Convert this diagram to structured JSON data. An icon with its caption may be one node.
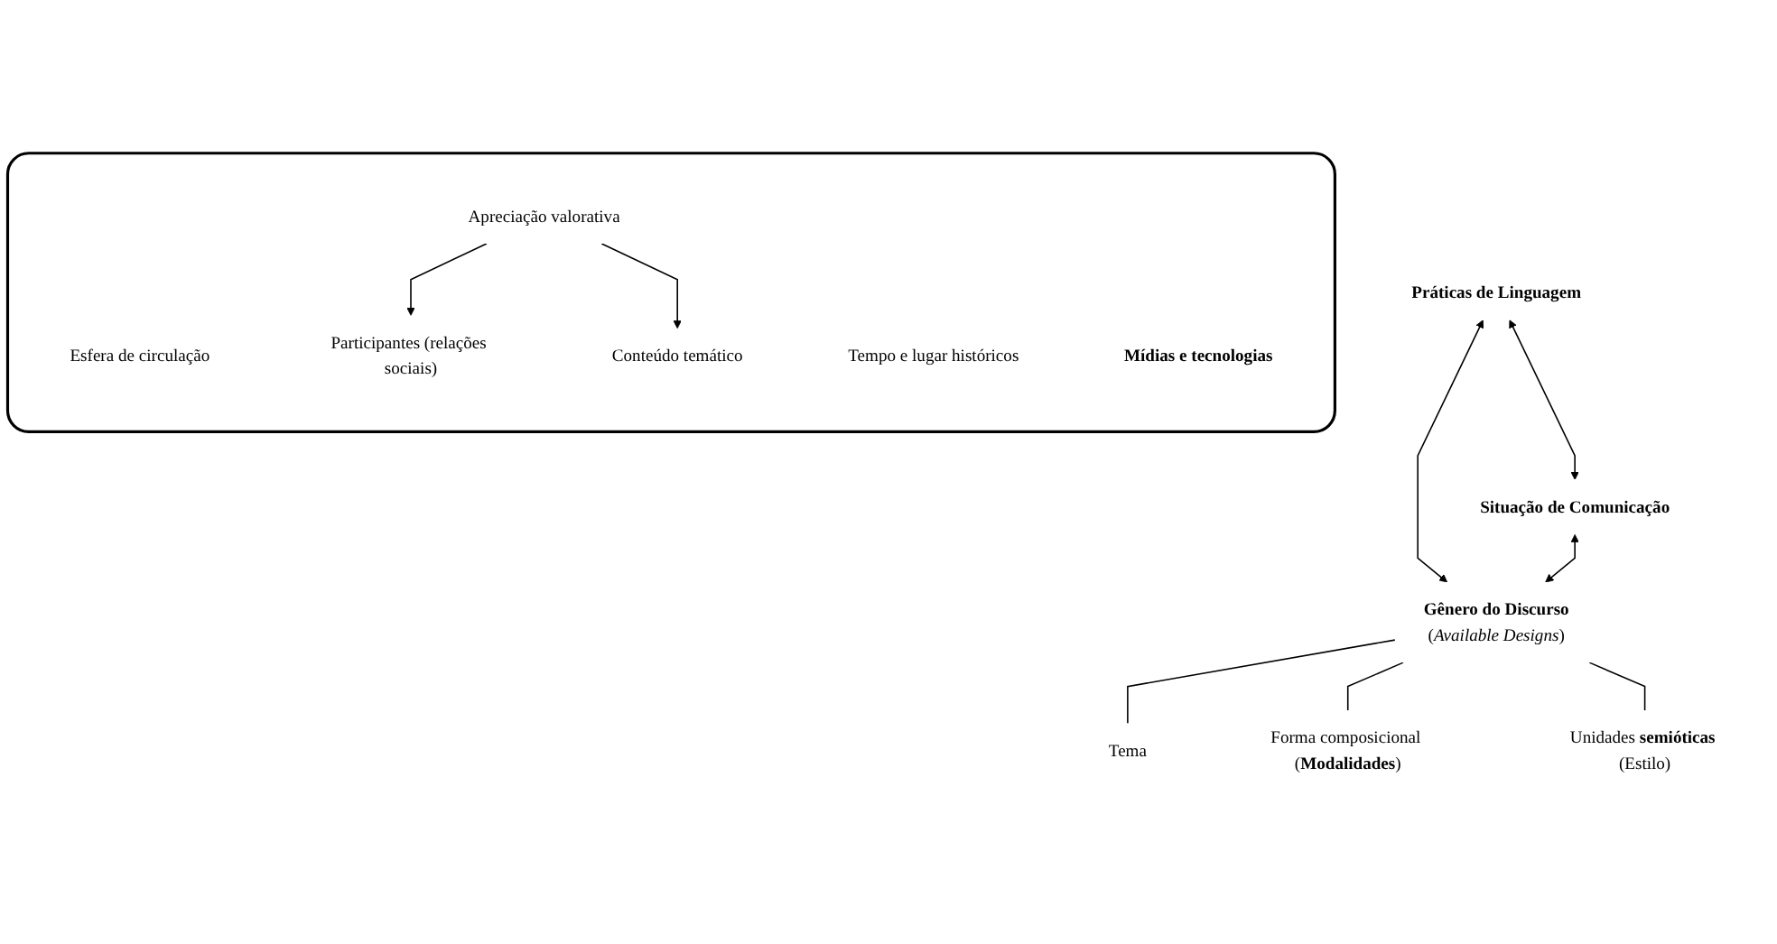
{
  "diagram": {
    "nodes": [
      {
        "text": [
          "Práticas de Linguagem"
        ]
      },
      {
        "text": [
          "Situação de Comunicação"
        ]
      },
      {
        "text": [],
        "shape": "box"
      },
      {
        "text": [
          "Esfera de circulação"
        ],
        "in": 2
      },
      {
        "text": [
          "Tempo e lugar históricos"
        ],
        "in": 2
      },
      {
        "text": [
          "Mídias e tecnologias"
        ],
        "in": 2
      },
      {
        "text": [
          "Participantes (relações sociais)"
        ],
        "in": 2
      },
      {
        "text": [
          "Conteúdo temático"
        ],
        "in": 2
      },
      {
        "text": [
          "Apreciação valorativa"
        ],
        "in": 2
      },
      {
        "text": [
          "Gênero do Discurso",
          "(*Available Designs*)"
        ]
      },
      {
        "text": [
          "Tema"
        ]
      },
      {
        "text": [
          "Forma composicional (**Modalidades**)"
        ]
      },
      {
        "text": [
          "Unidades **semióticas** (Estilo)"
        ]
      }
    ],
    "edges": [
      {
        "from": 0,
        "to": 1,
        "arrow": "both"
      },
      {
        "from": 9,
        "to": 0,
        "arrow": "both"
      },
      {
        "from": 9,
        "to": 1,
        "arrow": "both"
      },
      {
        "from": 8,
        "to": 6,
        "arrow": "to"
      },
      {
        "from": 8,
        "to": 7,
        "arrow": "to"
      },
      {
        "from": 9,
        "to": 10,
        "arrow": "none"
      },
      {
        "from": 9,
        "to": 11,
        "arrow": "none"
      },
      {
        "from": 9,
        "to": 12,
        "arrow": "none"
      }
    ]
  }
}
